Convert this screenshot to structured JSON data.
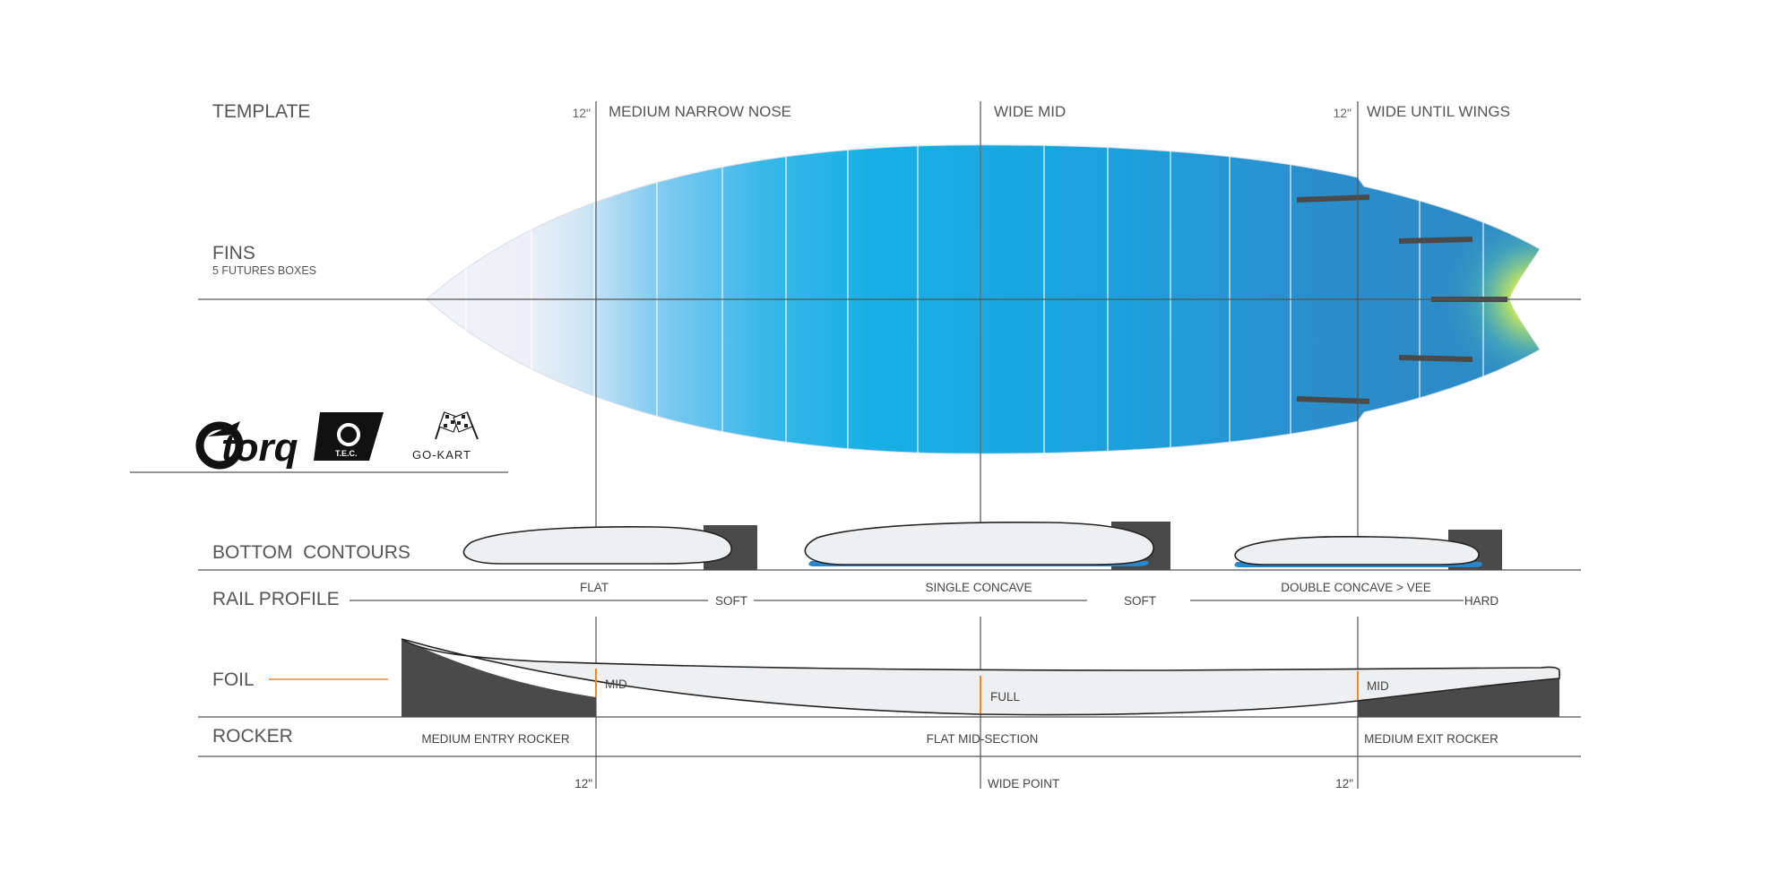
{
  "sections": {
    "template": "TEMPLATE",
    "fins": "FINS",
    "fins_sub": "5 FUTURES BOXES",
    "bottom_contours": "BOTTOM  CONTOURS",
    "rail_profile": "RAIL PROFILE",
    "foil": "FOIL",
    "rocker": "ROCKER"
  },
  "template_headings": {
    "nose_mark": "12\"",
    "nose": "MEDIUM NARROW NOSE",
    "mid": "WIDE MID",
    "tail_mark": "12\"",
    "tail": "WIDE UNTIL WINGS"
  },
  "bottom_contours": {
    "nose": "FLAT",
    "mid": "SINGLE CONCAVE",
    "tail": "DOUBLE CONCAVE > VEE"
  },
  "rail_profile": {
    "nose": "SOFT",
    "mid": "SOFT",
    "tail": "HARD"
  },
  "foil": {
    "nose": "MID",
    "mid": "FULL",
    "tail": "MID"
  },
  "rocker": {
    "entry": "MEDIUM ENTRY ROCKER",
    "mid": "FLAT MID-SECTION",
    "exit": "MEDIUM EXIT ROCKER"
  },
  "bottom_ticks": {
    "nose_mark": "12\"",
    "wide_point": "WIDE POINT",
    "tail_mark": "12\""
  },
  "logos": {
    "torq": "torq",
    "tec": "T.E.C.",
    "gokart": "GO-KART"
  },
  "colors": {
    "board_light": "#eef1f8",
    "board_blue": "#12aee3",
    "board_dark": "#2b8dc9",
    "tail_yellow": "#e9f23a",
    "foil_accent": "#e88a2a",
    "contour_blue": "#2a86c8",
    "dark_block": "#4a4a4a",
    "line": "#555555"
  }
}
